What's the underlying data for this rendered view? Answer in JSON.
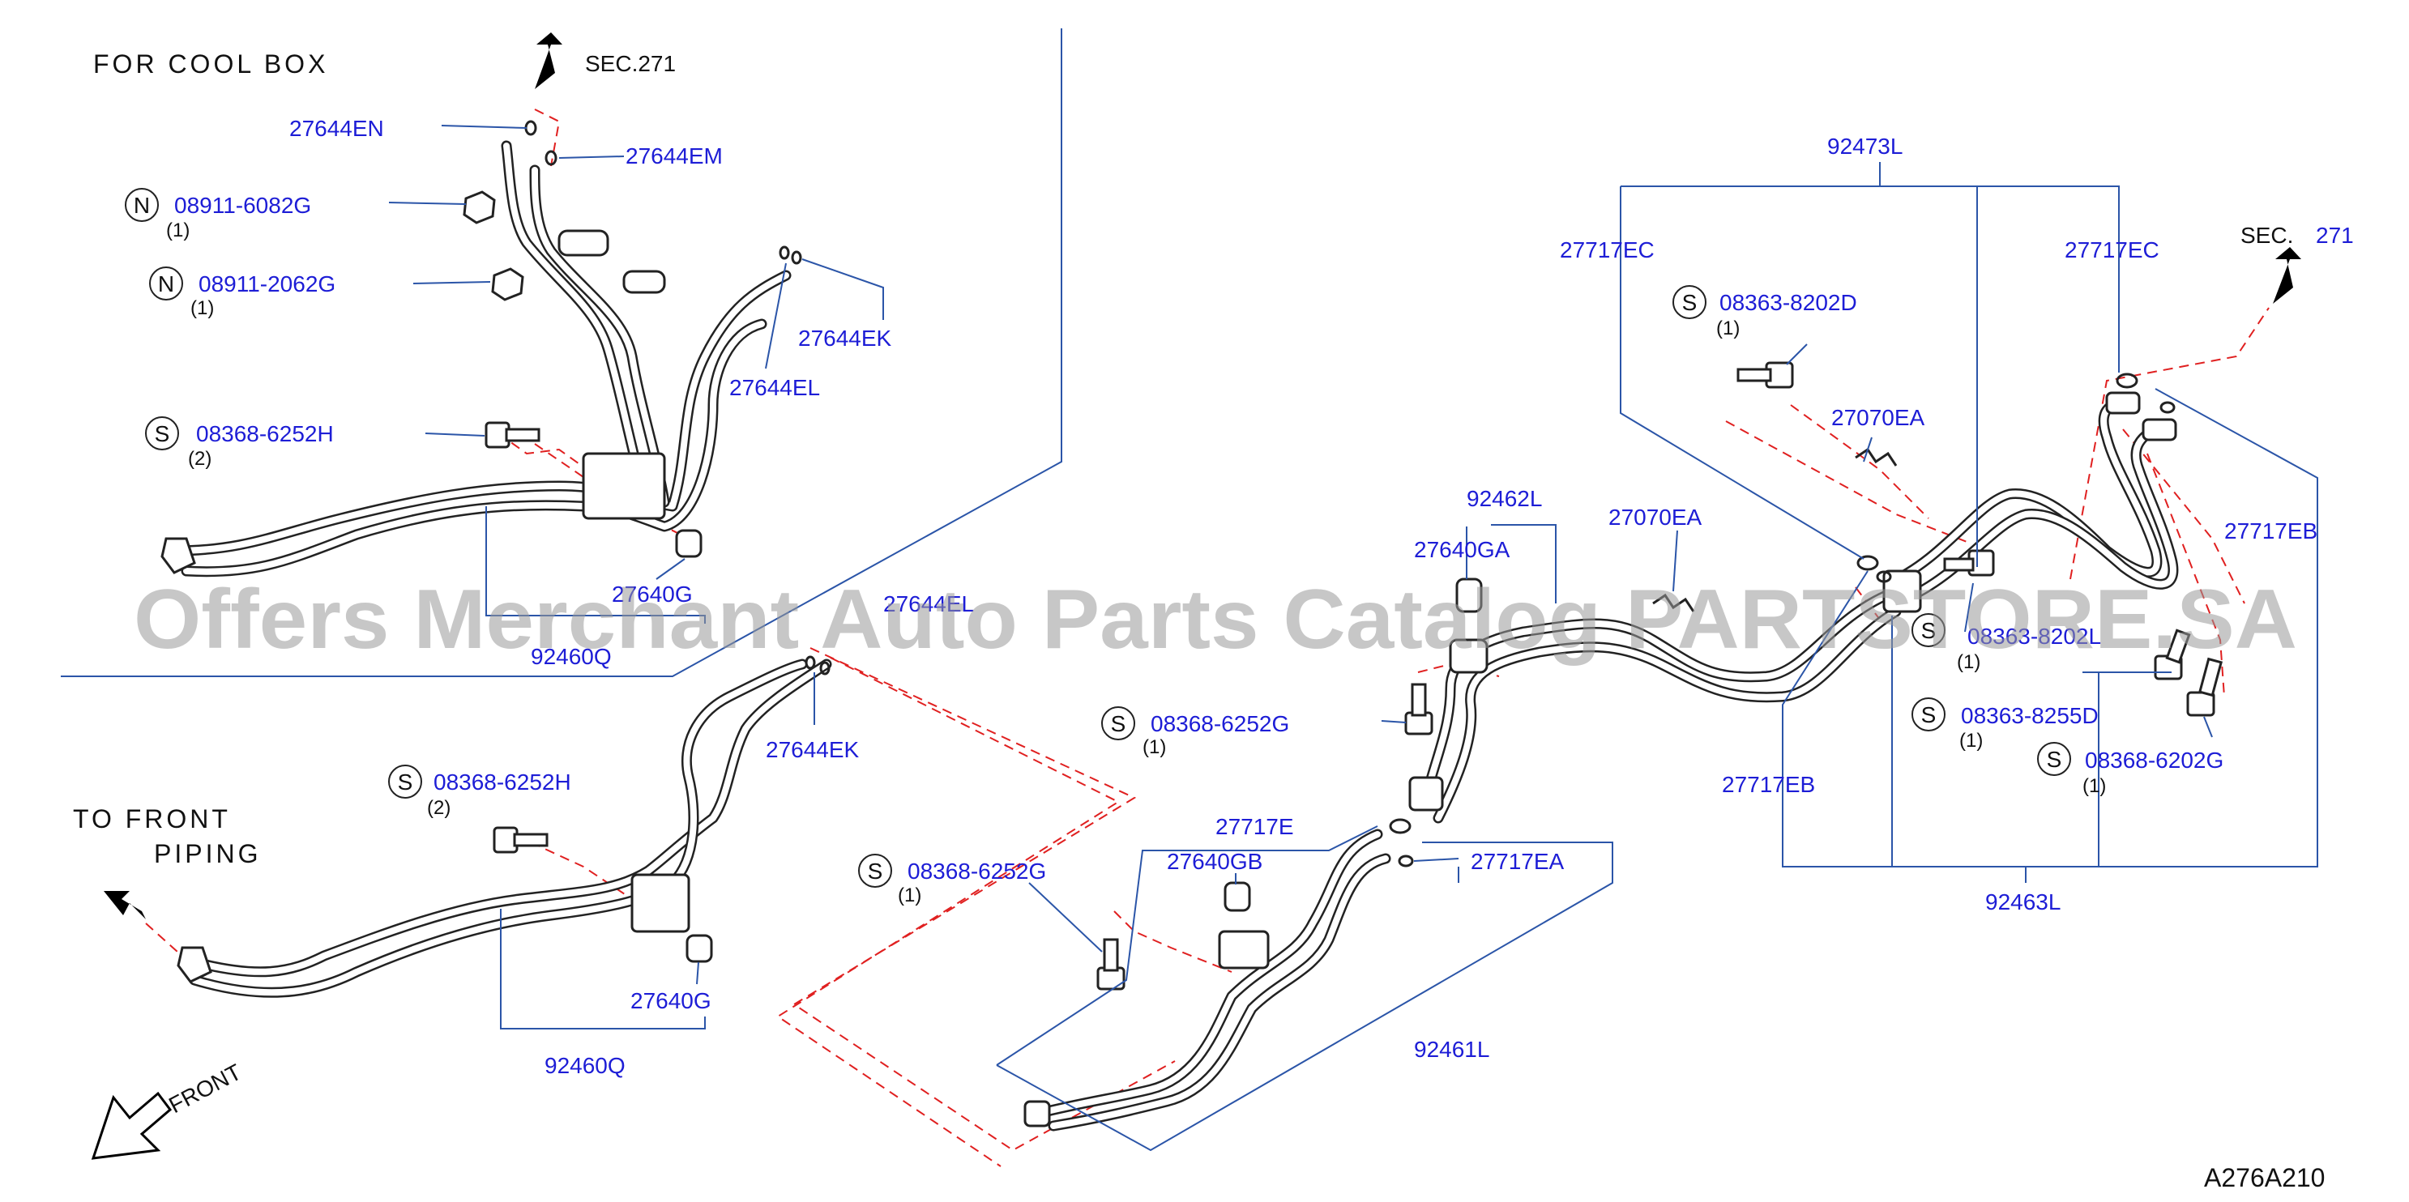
{
  "headings": {
    "cool_box": "FOR  COOL  BOX",
    "front_piping_1": "TO  FRONT",
    "front_piping_2": "PIPING",
    "front": "FRONT",
    "sec_top": "SEC.271",
    "sec_right_prefix": "SEC.",
    "sec_right_num": "271",
    "diagram_code": "A276A210"
  },
  "watermark": "Offers Merchant Auto Parts Catalog PARTSTORE.SA",
  "parts": {
    "p27644EN": "27644EN",
    "p27644EM": "27644EM",
    "n08911_6082G": "08911-6082G",
    "n08911_6082G_qty": "(1)",
    "n08911_2062G": "08911-2062G",
    "n08911_2062G_qty": "(1)",
    "p27644EK_a": "27644EK",
    "p27644EL": "27644EL",
    "s08368_6252H_a": "08368-6252H",
    "s08368_6252H_a_qty": "(2)",
    "p27640G_a": "27640G",
    "p92460Q_a": "92460Q",
    "p27644EL_b": "27644EL",
    "p27644EK_b": "27644EK",
    "s08368_6252H_b": "08368-6252H",
    "s08368_6252H_b_qty": "(2)",
    "p27640G_b": "27640G",
    "p92460Q_b": "92460Q",
    "s08368_6252G_a": "08368-6252G",
    "s08368_6252G_a_qty": "(1)",
    "s08368_6252G_b": "08368-6252G",
    "s08368_6252G_b_qty": "(1)",
    "p27717E": "27717E",
    "p27640GB": "27640GB",
    "p27717EA": "27717EA",
    "p92461L": "92461L",
    "p92462L": "92462L",
    "p27640GA": "27640GA",
    "p27070EA_a": "27070EA",
    "p92473L": "92473L",
    "p27717EC_a": "27717EC",
    "p27717EC_b": "27717EC",
    "s08363_8202D": "08363-8202D",
    "s08363_8202D_qty": "(1)",
    "p27070EA_b": "27070EA",
    "s08363_8202L": "08363-8202L",
    "s08363_8202L_qty": "(1)",
    "p27717EB_a": "27717EB",
    "p27717EB_b": "27717EB",
    "s08363_8255D": "08363-8255D",
    "s08363_8255D_qty": "(1)",
    "s08368_6202G": "08368-6202G",
    "s08368_6202G_qty": "(1)",
    "p92463L": "92463L"
  },
  "markers": {
    "nut": "N",
    "screw": "S"
  },
  "colors": {
    "part_number": "#1d1dd6",
    "leader": "#2b55a8",
    "dashed": "#e02020",
    "ink": "#111111"
  }
}
